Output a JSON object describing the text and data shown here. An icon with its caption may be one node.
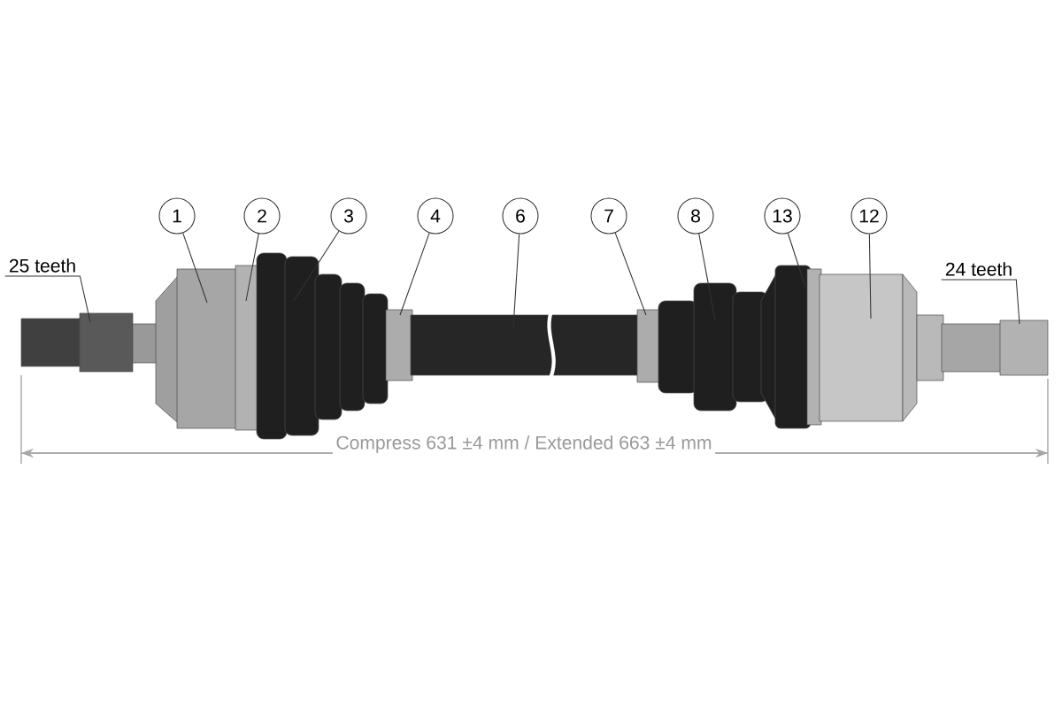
{
  "diagram": {
    "nodes": [
      {
        "text": [
          "1"
        ]
      },
      {
        "text": [
          "2"
        ]
      },
      {
        "text": [
          "3"
        ]
      },
      {
        "text": [
          "4"
        ]
      },
      {
        "text": [
          "6"
        ]
      },
      {
        "text": [
          "7"
        ]
      },
      {
        "text": [
          "8"
        ]
      },
      {
        "text": [
          "13"
        ]
      },
      {
        "text": [
          "12"
        ]
      },
      {
        "text": [
          "25 teeth"
        ]
      },
      {
        "text": [
          "24 teeth"
        ]
      }
    ],
    "edges": [
      {
        "from": 0,
        "to": null,
        "arrow": "none"
      },
      {
        "from": 1,
        "to": null,
        "arrow": "none"
      },
      {
        "from": 2,
        "to": null,
        "arrow": "none"
      },
      {
        "from": 3,
        "to": null,
        "arrow": "none"
      },
      {
        "from": 4,
        "to": null,
        "arrow": "none"
      },
      {
        "from": 5,
        "to": null,
        "arrow": "none"
      },
      {
        "from": 6,
        "to": null,
        "arrow": "none"
      },
      {
        "from": 7,
        "to": null,
        "arrow": "none"
      },
      {
        "from": 8,
        "to": null,
        "arrow": "none"
      },
      {
        "from": 9,
        "to": null,
        "arrow": "none"
      },
      {
        "from": 10,
        "to": null,
        "arrow": "none"
      }
    ],
    "labels": [
      "Compress 631 ±4 mm / Extended 663 ±4 mm"
    ]
  }
}
